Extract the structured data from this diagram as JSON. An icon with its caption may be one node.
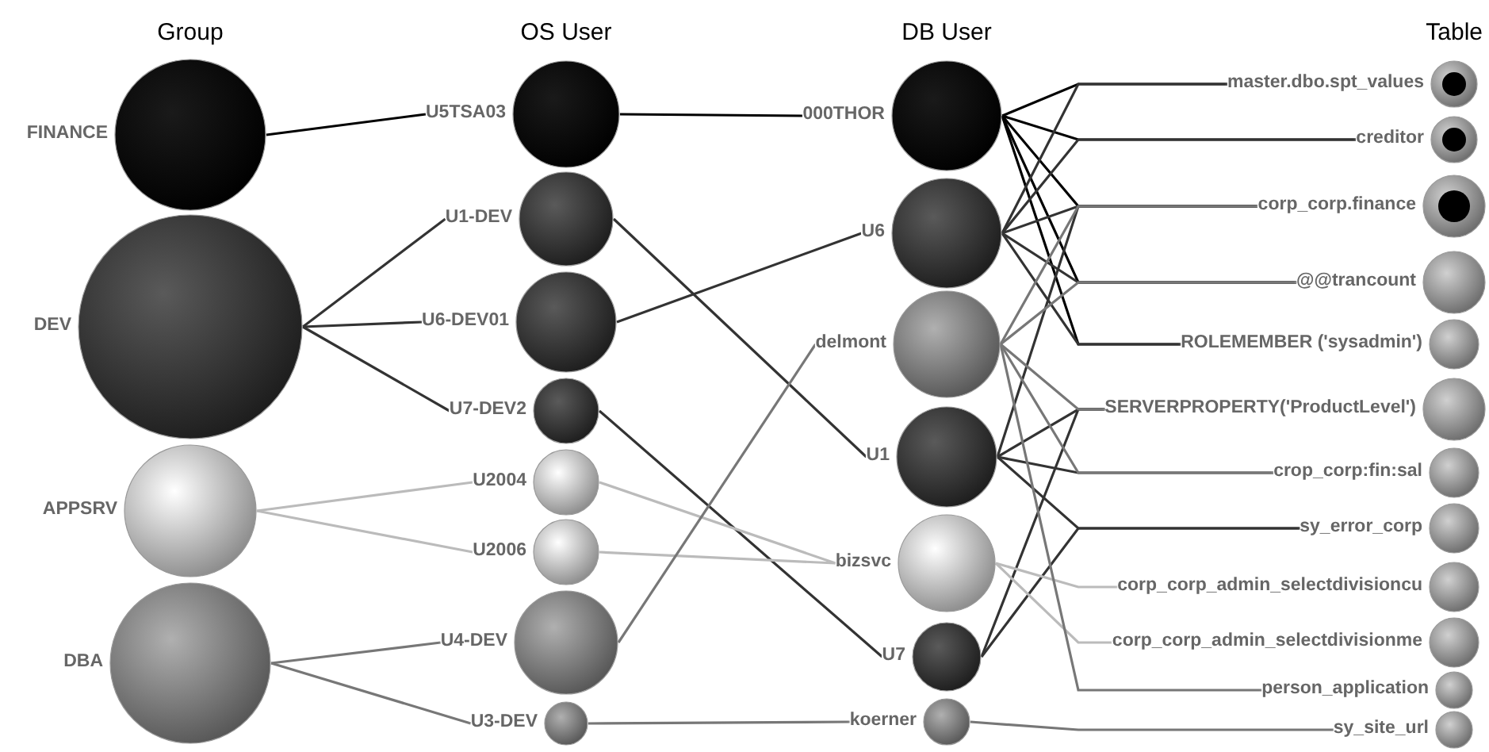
{
  "diagram": {
    "nodes": [
      {
        "text": [
          "FINANCE"
        ]
      },
      {
        "text": [
          "DEV"
        ]
      },
      {
        "text": [
          "APPSRV"
        ]
      },
      {
        "text": [
          "DBA"
        ]
      },
      {
        "text": [
          "U5TSA03"
        ]
      },
      {
        "text": [
          "U1-DEV"
        ]
      },
      {
        "text": [
          "U6-DEV01"
        ]
      },
      {
        "text": [
          "U7-DEV2"
        ]
      },
      {
        "text": [
          "U2004"
        ]
      },
      {
        "text": [
          "U2006"
        ]
      },
      {
        "text": [
          "U4-DEV"
        ]
      },
      {
        "text": [
          "U3-DEV"
        ]
      },
      {
        "text": [
          "000THOR"
        ]
      },
      {
        "text": [
          "U6"
        ]
      },
      {
        "text": [
          "delmont"
        ]
      },
      {
        "text": [
          "U1"
        ]
      },
      {
        "text": [
          "bizsvc"
        ]
      },
      {
        "text": [
          "U7"
        ]
      },
      {
        "text": [
          "koerner"
        ]
      },
      {
        "text": [
          "master.dbo.spt_values"
        ]
      },
      {
        "text": [
          "creditor"
        ]
      },
      {
        "text": [
          "corp_corp.finance"
        ]
      },
      {
        "text": [
          "@@trancount"
        ]
      },
      {
        "text": [
          "ROLEMEMBER ('sysadmin')"
        ]
      },
      {
        "text": [
          "SERVERPROPERTY('ProductLevel')"
        ]
      },
      {
        "text": [
          "crop_corp:fin:sal"
        ]
      },
      {
        "text": [
          "sy_error_corp"
        ]
      },
      {
        "text": [
          "corp_corp_admin_selectdivisioncu"
        ]
      },
      {
        "text": [
          "corp_corp_admin_selectdivisionme"
        ]
      },
      {
        "text": [
          "person_application"
        ]
      },
      {
        "text": [
          "sy_site_url"
        ]
      }
    ],
    "edges": [
      {
        "from": 0,
        "to": 4,
        "arrow": "none",
        "color": "#000000"
      },
      {
        "from": 4,
        "to": 12,
        "arrow": "none",
        "color": "#000000"
      },
      {
        "from": 12,
        "to": 19,
        "arrow": "none",
        "color": "#000000"
      },
      {
        "from": 12,
        "to": 20,
        "arrow": "none",
        "color": "#000000"
      },
      {
        "from": 12,
        "to": 21,
        "arrow": "none",
        "color": "#000000"
      },
      {
        "from": 12,
        "to": 22,
        "arrow": "none",
        "color": "#000000"
      },
      {
        "from": 12,
        "to": 23,
        "arrow": "none",
        "color": "#000000"
      },
      {
        "from": 1,
        "to": 5,
        "arrow": "none"
      },
      {
        "from": 1,
        "to": 6,
        "arrow": "none"
      },
      {
        "from": 1,
        "to": 7,
        "arrow": "none"
      },
      {
        "from": 5,
        "to": 15,
        "arrow": "none"
      },
      {
        "from": 6,
        "to": 13,
        "arrow": "none"
      },
      {
        "from": 7,
        "to": 17,
        "arrow": "none"
      },
      {
        "from": 13,
        "to": 19,
        "arrow": "none"
      },
      {
        "from": 13,
        "to": 20,
        "arrow": "none"
      },
      {
        "from": 13,
        "to": 21,
        "arrow": "none"
      },
      {
        "from": 13,
        "to": 22,
        "arrow": "none"
      },
      {
        "from": 13,
        "to": 23,
        "arrow": "none"
      },
      {
        "from": 15,
        "to": 21,
        "arrow": "none"
      },
      {
        "from": 15,
        "to": 24,
        "arrow": "none"
      },
      {
        "from": 15,
        "to": 25,
        "arrow": "none"
      },
      {
        "from": 15,
        "to": 26,
        "arrow": "none"
      },
      {
        "from": 17,
        "to": 24,
        "arrow": "none"
      },
      {
        "from": 17,
        "to": 26,
        "arrow": "none"
      },
      {
        "from": 2,
        "to": 8,
        "arrow": "none",
        "color": "#bbbbbb"
      },
      {
        "from": 2,
        "to": 9,
        "arrow": "none",
        "color": "#bbbbbb"
      },
      {
        "from": 8,
        "to": 16,
        "arrow": "none",
        "color": "#bbbbbb"
      },
      {
        "from": 9,
        "to": 16,
        "arrow": "none",
        "color": "#bbbbbb"
      },
      {
        "from": 16,
        "to": 27,
        "arrow": "none",
        "color": "#bbbbbb"
      },
      {
        "from": 16,
        "to": 28,
        "arrow": "none",
        "color": "#bbbbbb"
      },
      {
        "from": 3,
        "to": 10,
        "arrow": "none",
        "color": "#777777"
      },
      {
        "from": 3,
        "to": 11,
        "arrow": "none",
        "color": "#777777"
      },
      {
        "from": 10,
        "to": 14,
        "arrow": "none",
        "color": "#777777"
      },
      {
        "from": 11,
        "to": 18,
        "arrow": "none",
        "color": "#777777"
      },
      {
        "from": 18,
        "to": 30,
        "arrow": "none",
        "color": "#777777"
      },
      {
        "from": 14,
        "to": 21,
        "arrow": "none",
        "color": "#777777"
      },
      {
        "from": 14,
        "to": 22,
        "arrow": "none",
        "color": "#777777"
      },
      {
        "from": 14,
        "to": 24,
        "arrow": "none",
        "color": "#777777"
      },
      {
        "from": 14,
        "to": 25,
        "arrow": "none",
        "color": "#777777"
      },
      {
        "from": 14,
        "to": 29,
        "arrow": "none",
        "color": "#777777"
      }
    ],
    "labels": [
      "Group",
      "OS User",
      "DB User",
      "Table"
    ]
  }
}
